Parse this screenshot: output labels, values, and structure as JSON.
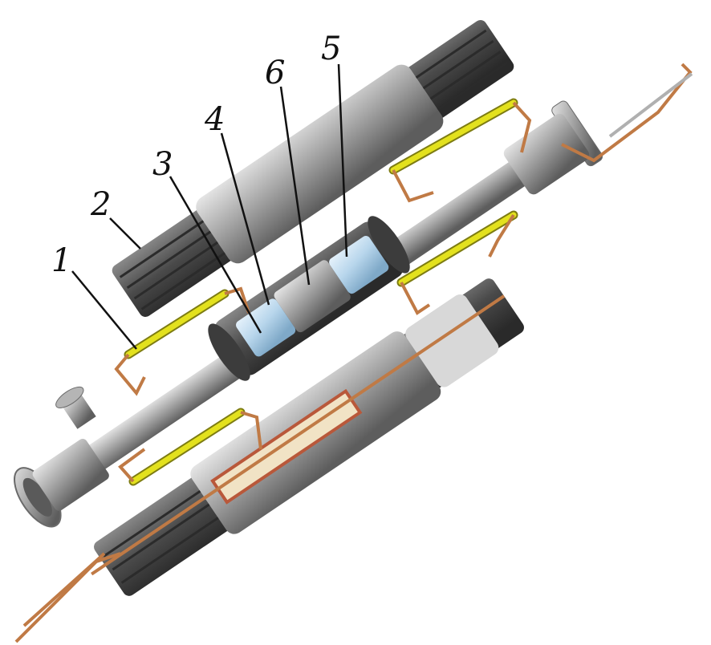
{
  "callouts": [
    {
      "id": 1,
      "label": "1"
    },
    {
      "id": 2,
      "label": "2"
    },
    {
      "id": 3,
      "label": "3"
    },
    {
      "id": 4,
      "label": "4"
    },
    {
      "id": 5,
      "label": "5"
    },
    {
      "id": 6,
      "label": "6"
    }
  ],
  "colors": {
    "metal_light": "#c9c9c9",
    "metal_mid": "#8f8f8f",
    "metal_dark": "#4a4a4a",
    "copper": "#c07a45",
    "yellow_rod": "#e3e11e",
    "glass": "#bcd9ee",
    "insulation": "#f1e3c5",
    "leader_line": "#111111"
  }
}
